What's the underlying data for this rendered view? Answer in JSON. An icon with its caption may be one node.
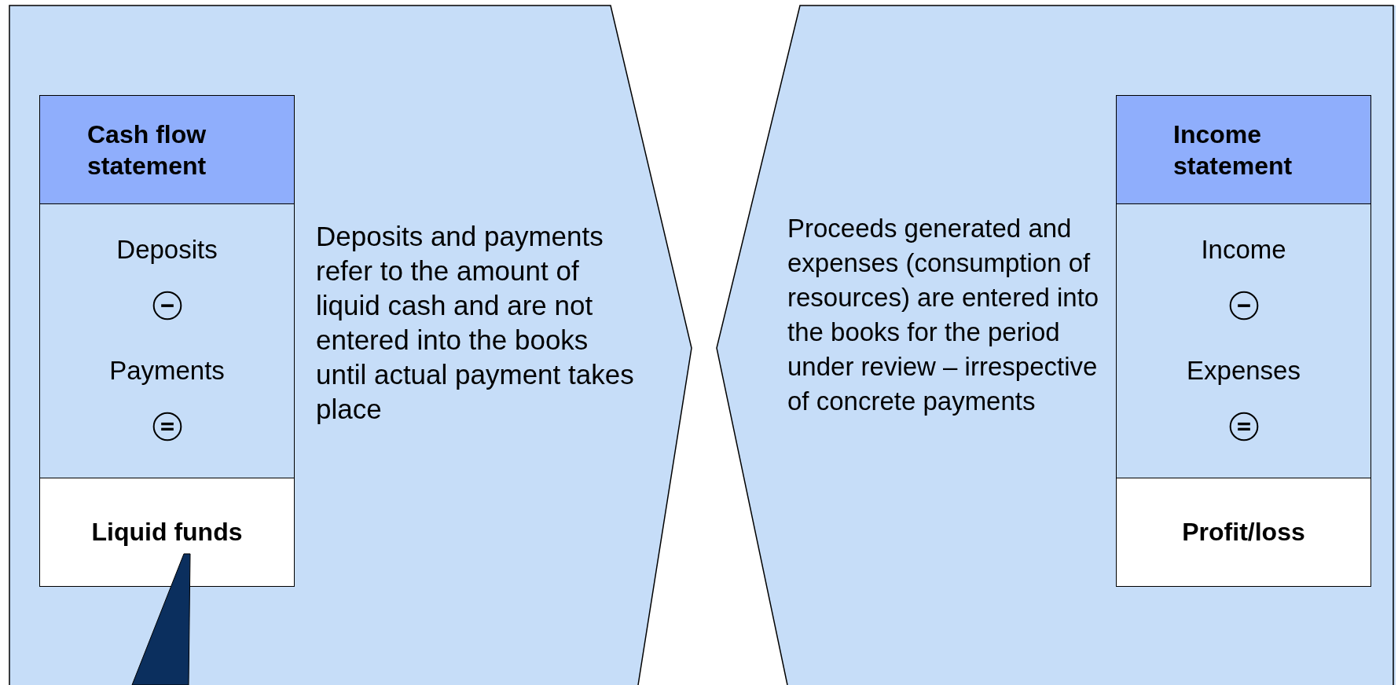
{
  "diagram": {
    "nodes": [
      {
        "text": [
          "Deposits and payments refer to the amount of liquid cash and are not entered into the books until actual payment takes place"
        ]
      },
      {
        "text": [
          "Cash flow statement",
          "Deposits",
          "Payments",
          "Liquid funds"
        ],
        "in": 0
      },
      {
        "text": [
          "Proceeds generated and expenses (consumption of resources) are entered into the books for the period under review – irrespective of concrete payments"
        ]
      },
      {
        "text": [
          "Income statement",
          "Income",
          "Expenses",
          "Profit/loss"
        ],
        "in": 2
      },
      {
        "text": [],
        "shape": "wedge",
        "in": 0
      }
    ]
  }
}
